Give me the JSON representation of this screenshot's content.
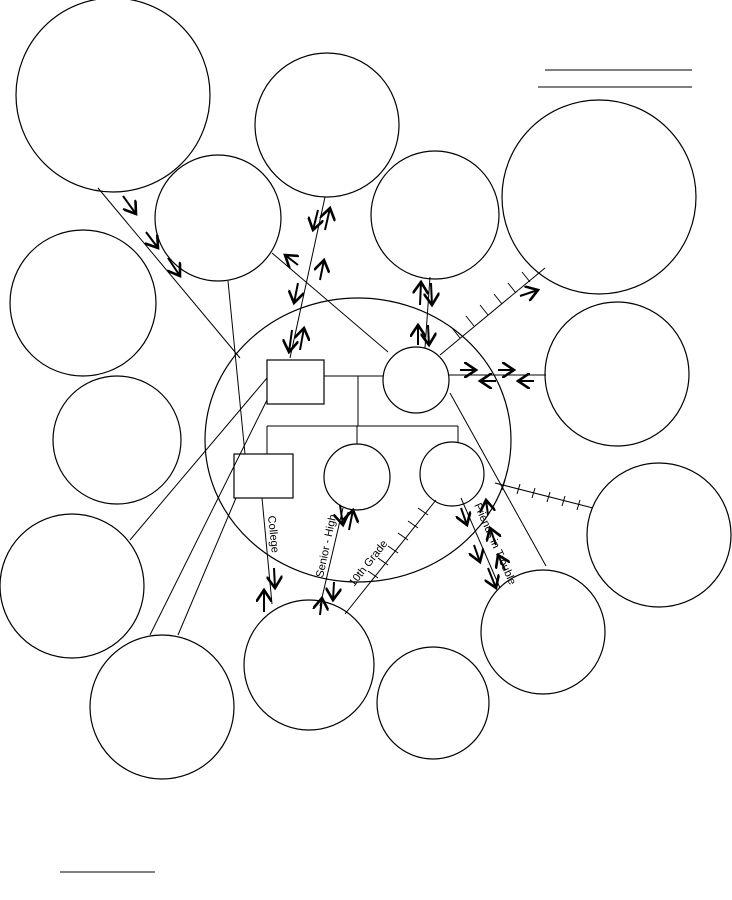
{
  "title": "Ecomap",
  "labels": {
    "college": "College",
    "senior_high": "Senior - High",
    "tenth_grade": "10th Grade",
    "friends": "Friends in Trouble"
  },
  "colors": {
    "stroke": "#000000",
    "background": "#ffffff"
  }
}
